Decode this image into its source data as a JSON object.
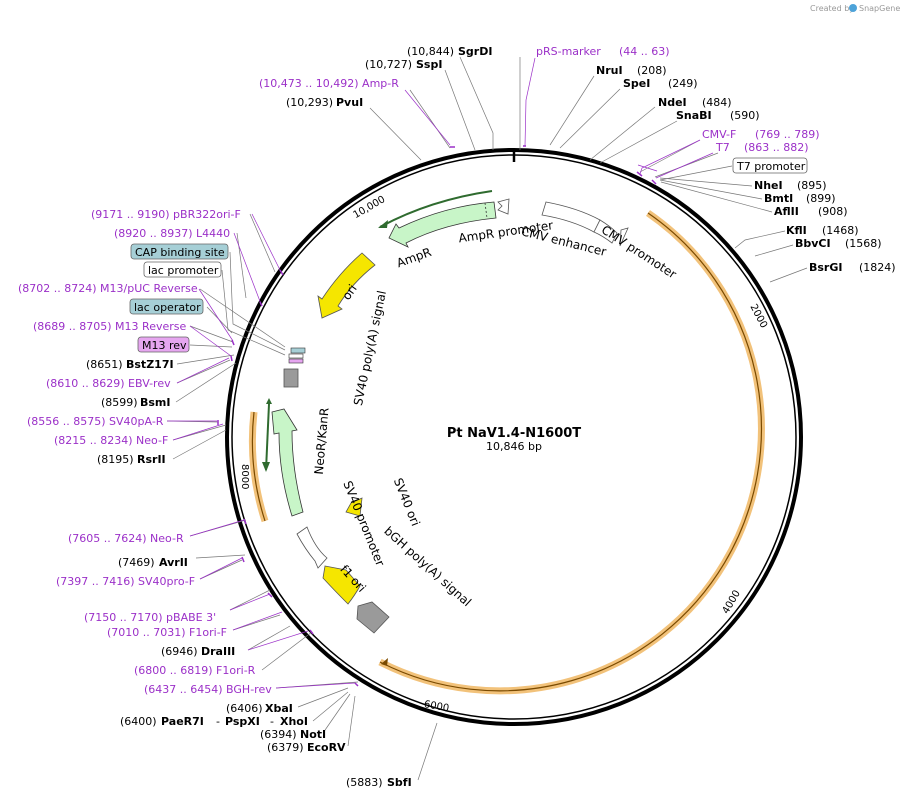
{
  "credit": "Created by",
  "brand": "SnapGene",
  "plasmid": {
    "name": "Pt NaV1.4-N1600T",
    "length_label": "10,846 bp"
  },
  "ticks": [
    "2000",
    "4000",
    "6000",
    "8000",
    "10,000"
  ],
  "sites": [
    {
      "pos": "(10,844)",
      "name": "SgrDI"
    },
    {
      "pos": "(10,727)",
      "name": "SspI"
    },
    {
      "pos": "(10,293)",
      "name": "PvuI"
    },
    {
      "pos": "",
      "name": "NruI",
      "pos_after": "(208)"
    },
    {
      "pos": "",
      "name": "SpeI",
      "pos_after": "(249)"
    },
    {
      "pos": "",
      "name": "NdeI",
      "pos_after": "(484)"
    },
    {
      "pos": "",
      "name": "SnaBI",
      "pos_after": "(590)"
    },
    {
      "pos": "",
      "name": "NheI",
      "pos_after": "(895)"
    },
    {
      "pos": "",
      "name": "BmtI",
      "pos_after": "(899)"
    },
    {
      "pos": "",
      "name": "AflII",
      "pos_after": "(908)"
    },
    {
      "pos": "",
      "name": "KflI",
      "pos_after": "(1468)"
    },
    {
      "pos": "",
      "name": "BbvCI",
      "pos_after": "(1568)"
    },
    {
      "pos": "",
      "name": "BsrGI",
      "pos_after": "(1824)"
    },
    {
      "pos": "(8651)",
      "name": "BstZ17I"
    },
    {
      "pos": "(8599)",
      "name": "BsmI"
    },
    {
      "pos": "(8195)",
      "name": "RsrII"
    },
    {
      "pos": "(7469)",
      "name": "AvrII"
    },
    {
      "pos": "(6946)",
      "name": "DraIII"
    },
    {
      "pos": "(6406)",
      "name": "XbaI"
    },
    {
      "pos": "(6394)",
      "name": "NotI"
    },
    {
      "pos": "(6379)",
      "name": "EcoRV"
    },
    {
      "pos": "(5883)",
      "name": "SbfI"
    }
  ],
  "multi_site": {
    "pos": "(6400)",
    "names": [
      "PaeR7I",
      "-",
      "PspXI",
      "-",
      "XhoI"
    ]
  },
  "primers": [
    {
      "text": "pRS-marker",
      "range": "(44 .. 63)"
    },
    {
      "text": "(10,473 .. 10,492)  Amp-R"
    },
    {
      "text": "CMV-F",
      "range": "(769 .. 789)"
    },
    {
      "text": "T7",
      "range": "(863 .. 882)"
    },
    {
      "text": "(9171 .. 9190)  pBR322ori-F"
    },
    {
      "text": "(8920 .. 8937)  L4440"
    },
    {
      "text": "(8702 .. 8724)  M13/pUC Reverse"
    },
    {
      "text": "(8689 .. 8705)  M13 Reverse"
    },
    {
      "text": "(8610 .. 8629)  EBV-rev"
    },
    {
      "text": "(8556 .. 8575)  SV40pA-R"
    },
    {
      "text": "(8215 .. 8234)  Neo-F"
    },
    {
      "text": "(7605 .. 7624)  Neo-R"
    },
    {
      "text": "(7397 .. 7416)  SV40pro-F"
    },
    {
      "text": "(7150 .. 7170)  pBABE 3'"
    },
    {
      "text": "(7010 .. 7031)  F1ori-F"
    },
    {
      "text": "(6800 .. 6819)  F1ori-R"
    },
    {
      "text": "(6437 .. 6454)  BGH-rev"
    }
  ],
  "boxed": [
    {
      "text": "T7 promoter"
    },
    {
      "text": "CAP binding site"
    },
    {
      "text": "lac promoter"
    },
    {
      "text": "lac operator"
    },
    {
      "text": "M13 rev"
    }
  ],
  "features": {
    "ampr": "AmpR",
    "ampr_promoter": "AmpR promoter",
    "cmv_enhancer": "CMV enhancer",
    "cmv_promoter": "CMV promoter",
    "ori": "ori",
    "sv40_polya": "SV40 poly(A) signal",
    "neor": "NeoR/KanR",
    "sv40_promoter": "SV40 promoter",
    "sv40_ori": "SV40 ori",
    "bgh": "bGH poly(A) signal",
    "f1ori": "f1 ori"
  },
  "colors": {
    "backbone": "#000000",
    "primer": "#9b30c8",
    "orf_orange": "#f2c27a",
    "orf_line": "#7a4a00",
    "ampr_fill": "#c8f5c8",
    "ori_fill": "#f5e600",
    "green_line": "#2f6b2f",
    "cap_fill": "#a6cfd6",
    "m13_fill": "#e6a6f0"
  }
}
